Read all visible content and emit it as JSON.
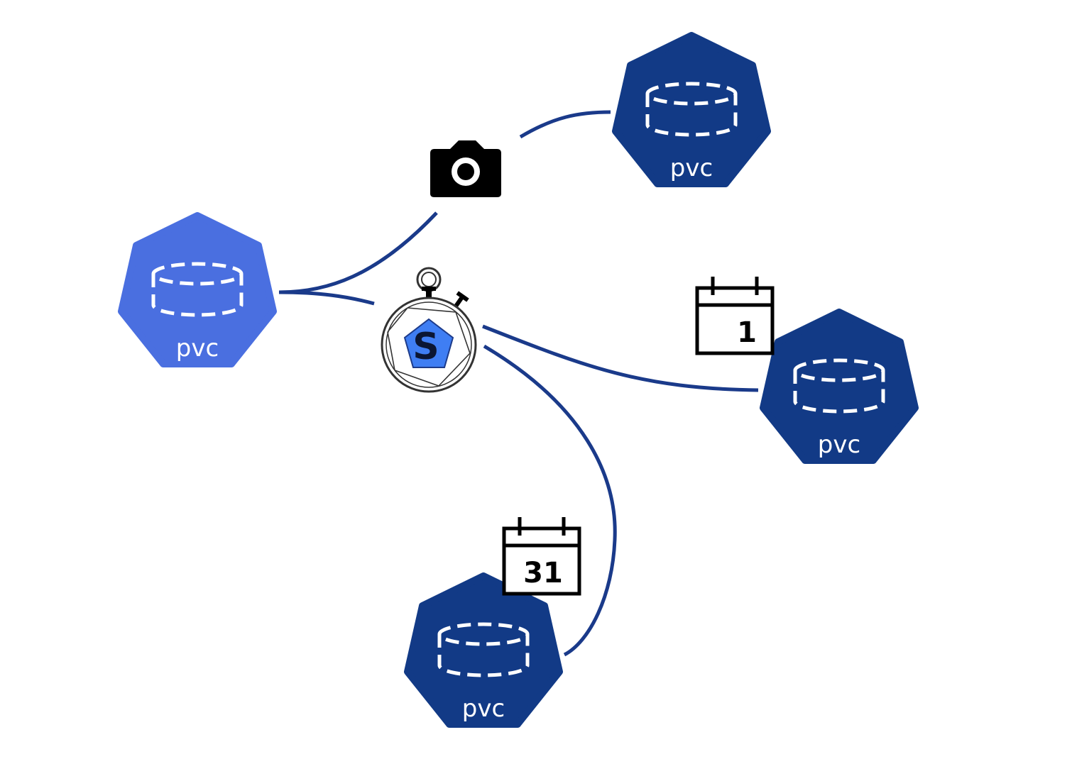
{
  "colors": {
    "source_pvc": "#4a6fe0",
    "copy_pvc": "#123a86",
    "connector": "#1a3a8a",
    "icon_black": "#000000",
    "logo_blue": "#3f7ef3"
  },
  "nodes": {
    "source": {
      "label": "pvc"
    },
    "snapshot_copy": {
      "label": "pvc"
    },
    "daily_copy": {
      "label": "pvc"
    },
    "monthly_copy": {
      "label": "pvc"
    }
  },
  "icons": {
    "snapshot": "camera-icon",
    "scheduler": "stopwatch-shutter-logo",
    "daily": "calendar-icon",
    "monthly": "calendar-icon"
  },
  "logo": {
    "letter": "S"
  },
  "calendars": {
    "daily": {
      "day": "1"
    },
    "monthly": {
      "day": "31"
    }
  }
}
